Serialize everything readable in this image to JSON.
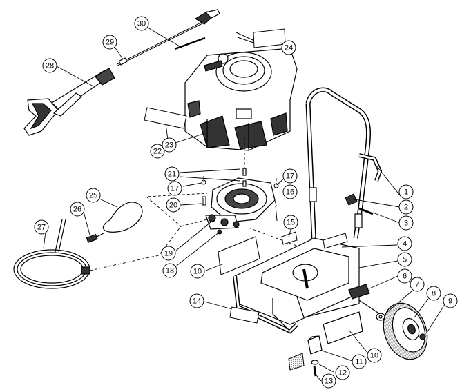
{
  "callouts": [
    {
      "id": "c1",
      "num": "1"
    },
    {
      "id": "c2",
      "num": "2"
    },
    {
      "id": "c3",
      "num": "3"
    },
    {
      "id": "c4",
      "num": "4"
    },
    {
      "id": "c5",
      "num": "5"
    },
    {
      "id": "c6",
      "num": "6"
    },
    {
      "id": "c7",
      "num": "7"
    },
    {
      "id": "c8",
      "num": "8"
    },
    {
      "id": "c9",
      "num": "9"
    },
    {
      "id": "c10a",
      "num": "10"
    },
    {
      "id": "c10b",
      "num": "10"
    },
    {
      "id": "c11",
      "num": "11"
    },
    {
      "id": "c12",
      "num": "12"
    },
    {
      "id": "c13",
      "num": "13"
    },
    {
      "id": "c14",
      "num": "14"
    },
    {
      "id": "c15",
      "num": "15"
    },
    {
      "id": "c16",
      "num": "16"
    },
    {
      "id": "c17a",
      "num": "17"
    },
    {
      "id": "c17b",
      "num": "17"
    },
    {
      "id": "c18",
      "num": "18"
    },
    {
      "id": "c19",
      "num": "19"
    },
    {
      "id": "c20",
      "num": "20"
    },
    {
      "id": "c21",
      "num": "21"
    },
    {
      "id": "c22",
      "num": "22"
    },
    {
      "id": "c23",
      "num": "23"
    },
    {
      "id": "c24",
      "num": "24"
    },
    {
      "id": "c25",
      "num": "25"
    },
    {
      "id": "c26",
      "num": "26"
    },
    {
      "id": "c27",
      "num": "27"
    },
    {
      "id": "c28",
      "num": "28"
    },
    {
      "id": "c29",
      "num": "29"
    },
    {
      "id": "c30",
      "num": "30"
    }
  ],
  "colors": {
    "line": "#000000",
    "paper": "#ffffff",
    "shade": "#6a6a6a"
  }
}
